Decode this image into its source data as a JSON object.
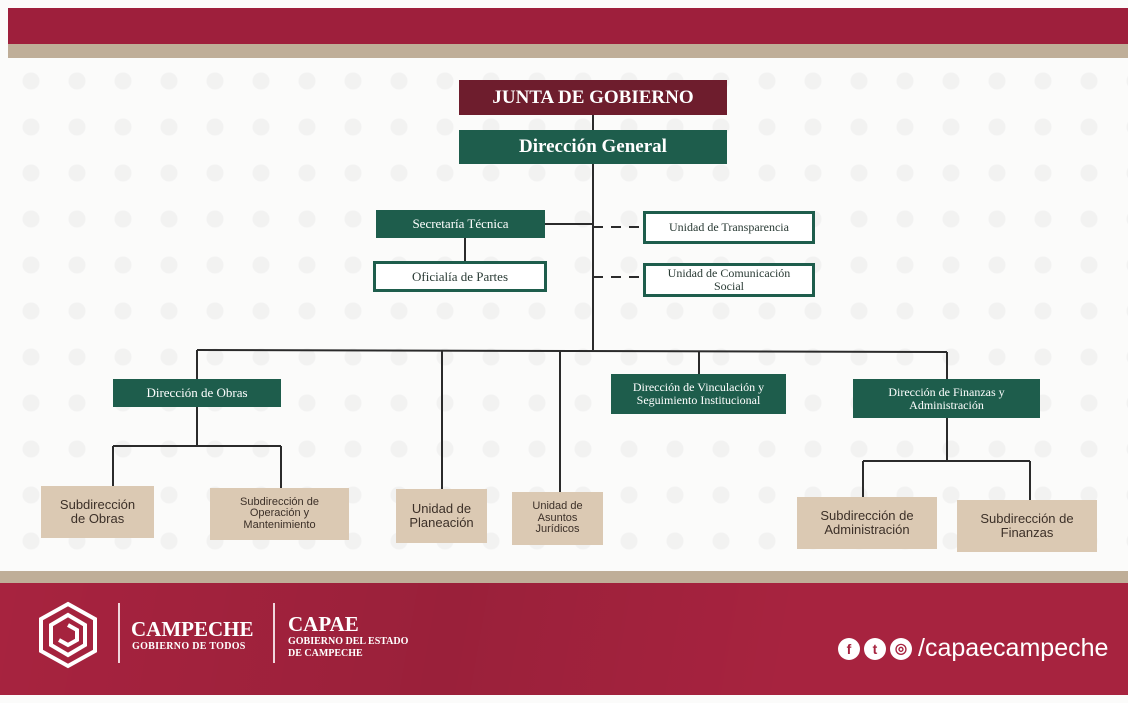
{
  "chart": {
    "top": "JUNTA DE GOBIERNO",
    "director": "Dirección General",
    "staff_left": [
      "Secretaría Técnica",
      "Oficialía de Partes"
    ],
    "staff_right": [
      "Unidad de Transparencia",
      "Unidad de Comunicación Social"
    ],
    "obras": {
      "title": "Dirección de Obras",
      "subs": [
        "Subdirección de Obras",
        "Subdirección de Operación y Mantenimiento"
      ]
    },
    "units": [
      "Unidad de Planeación",
      "Unidad de Asuntos Jurídicos"
    ],
    "vinculacion": "Dirección de Vinculación y Seguimiento Institucional",
    "finanzas": {
      "title": "Dirección de Finanzas y Administración",
      "subs": [
        "Subdirección de Administración",
        "Subdirección de Finanzas"
      ]
    }
  },
  "footer": {
    "brand1_title": "CAMPECHE",
    "brand1_sub": "GOBIERNO DE TODOS",
    "brand2_title": "CAPAE",
    "brand2_sub1": "GOBIERNO DEL ESTADO",
    "brand2_sub2": "DE CAMPECHE",
    "social_handle": "/capaecampeche",
    "social_icons": [
      "facebook-icon",
      "twitter-icon",
      "instagram-icon"
    ]
  },
  "colors": {
    "brand": "#a7233f",
    "green": "#1e5d4c",
    "tan": "#dbc9b3",
    "maroon": "#6e1d2d"
  }
}
